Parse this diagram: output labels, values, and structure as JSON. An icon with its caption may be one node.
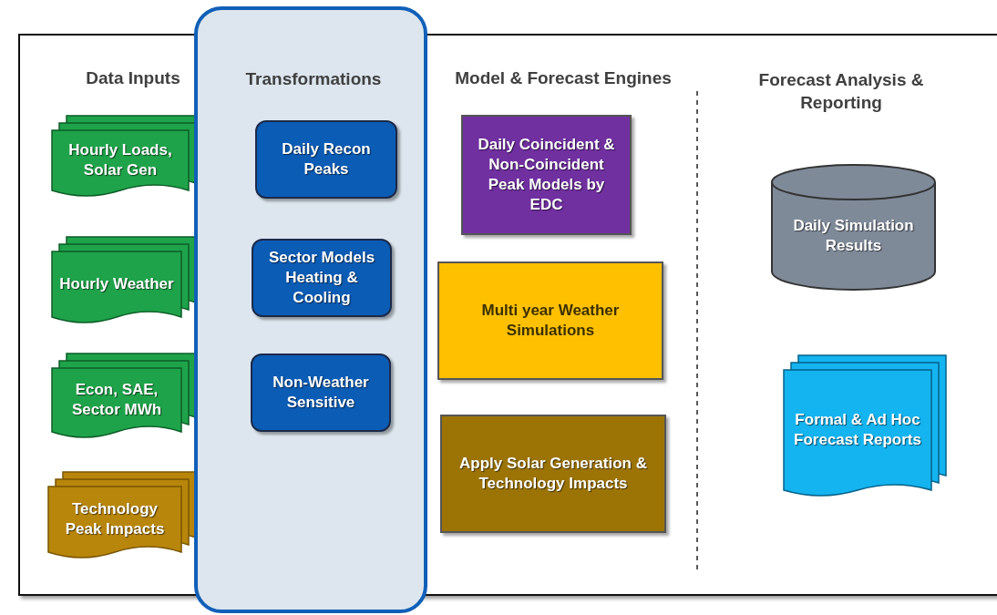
{
  "diagram": {
    "nodes": [
      {
        "text": [
          "Hourly Loads, Solar Gen"
        ]
      },
      {
        "text": [
          "Hourly Weather"
        ]
      },
      {
        "text": [
          "Econ, SAE, Sector MWh"
        ]
      },
      {
        "text": [
          "Technology Peak Impacts"
        ]
      },
      {
        "text": [
          "Transformations"
        ]
      },
      {
        "text": [
          "Daily Recon Peaks"
        ],
        "in": 4
      },
      {
        "text": [
          "Sector Models Heating & Cooling"
        ],
        "in": 4
      },
      {
        "text": [
          "Non-Weather Sensitive"
        ],
        "in": 4
      },
      {
        "text": [
          "Daily Coincident & Non-Coincident Peak Models by EDC"
        ]
      },
      {
        "text": [
          "Multi year Weather Simulations"
        ]
      },
      {
        "text": [
          "Apply Solar Generation & Technology Impacts"
        ]
      },
      {
        "text": [
          "Daily Simulation Results"
        ]
      },
      {
        "text": [
          "Formal & Ad Hoc Forecast Reports"
        ]
      }
    ],
    "labels": [
      "Data Inputs",
      "Model & Forecast Engines",
      "Forecast Analysis & Reporting"
    ]
  }
}
